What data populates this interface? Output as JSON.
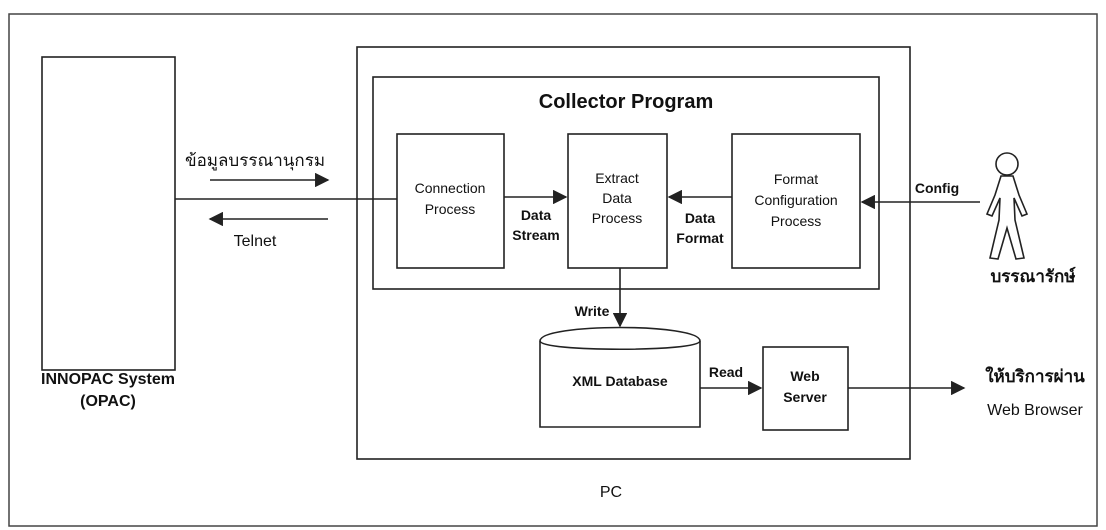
{
  "innopac": {
    "line1": "INNOPAC System",
    "line2": "(OPAC)"
  },
  "pc": {
    "label": "PC"
  },
  "collector": {
    "title": "Collector Program"
  },
  "processes": {
    "connection": [
      "Connection",
      "Process"
    ],
    "extract": [
      "Extract",
      "Data",
      "Process"
    ],
    "format": [
      "Format",
      "Configuration",
      "Process"
    ]
  },
  "flows": {
    "data_stream": [
      "Data",
      "Stream"
    ],
    "data_format": [
      "Data",
      "Format"
    ],
    "write": "Write",
    "read": "Read",
    "config": "Config",
    "telnet": "Telnet",
    "catalog_data": "ข้อมูลบรรณานุกรม"
  },
  "storage": {
    "xml_database": "XML Database"
  },
  "web_server": [
    "Web",
    "Server"
  ],
  "actor": {
    "label": "บรรณารักษ์"
  },
  "output": {
    "line1": "ให้บริการผ่าน",
    "line2": "Web Browser"
  }
}
